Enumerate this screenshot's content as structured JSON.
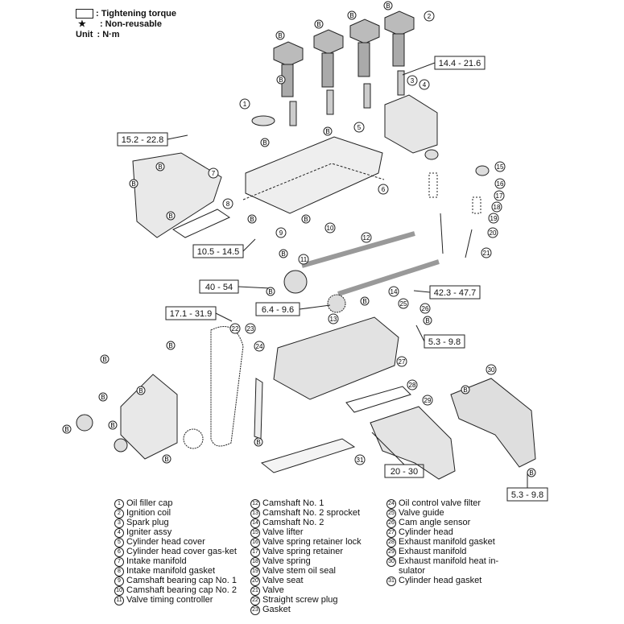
{
  "legend": {
    "torque_label": "Tightening torque",
    "nonreusable_symbol": "★",
    "nonreusable_label": "Non-reusable",
    "unit_key": "Unit",
    "unit_value": "N·m"
  },
  "bolt_marker": "B",
  "torques": {
    "t1": "14.4 - 21.6",
    "t2": "15.2 - 22.8",
    "t3": "10.5 - 14.5",
    "t4": "40 - 54",
    "t5": "6.4 - 9.6",
    "t6": "42.3 - 47.7",
    "t7": "17.1 - 31.9",
    "t8": "5.3 - 9.8",
    "t9": "20 - 30",
    "t10": "5.3 - 9.8"
  },
  "parts": [
    {
      "n": "1",
      "name": "Oil filler cap"
    },
    {
      "n": "2",
      "name": "Ignition coil"
    },
    {
      "n": "3",
      "name": "Spark plug"
    },
    {
      "n": "4",
      "name": "Igniter assy"
    },
    {
      "n": "5",
      "name": "Cylinder head cover"
    },
    {
      "n": "6",
      "name": "Cylinder head cover gas-ket"
    },
    {
      "n": "7",
      "name": "Intake manifold"
    },
    {
      "n": "8",
      "name": "Intake manifold gasket"
    },
    {
      "n": "9",
      "name": "Camshaft bearing cap No. 1"
    },
    {
      "n": "10",
      "name": "Camshaft bearing cap No. 2"
    },
    {
      "n": "11",
      "name": "Valve timing controller"
    },
    {
      "n": "12",
      "name": "Camshaft No. 1"
    },
    {
      "n": "13",
      "name": "Camshaft No. 2 sprocket"
    },
    {
      "n": "14",
      "name": "Camshaft No. 2"
    },
    {
      "n": "15",
      "name": "Valve lifter"
    },
    {
      "n": "16",
      "name": "Valve spring retainer lock"
    },
    {
      "n": "17",
      "name": "Valve spring retainer"
    },
    {
      "n": "18",
      "name": "Valve spring"
    },
    {
      "n": "19",
      "name": "Valve stem oil seal"
    },
    {
      "n": "20",
      "name": "Valve seat"
    },
    {
      "n": "21",
      "name": "Valve"
    },
    {
      "n": "22",
      "name": "Straight screw plug"
    },
    {
      "n": "23",
      "name": "Gasket"
    },
    {
      "n": "24",
      "name": "Oil control valve filter"
    },
    {
      "n": "25",
      "name": "Valve guide"
    },
    {
      "n": "26",
      "name": "Cam angle sensor"
    },
    {
      "n": "27",
      "name": "Cylinder head"
    },
    {
      "n": "28",
      "name": "Exhaust manifold gasket"
    },
    {
      "n": "29",
      "name": "Exhaust manifold"
    },
    {
      "n": "30",
      "name": "Exhaust manifold heat in-sulator"
    },
    {
      "n": "31",
      "name": "Cylinder head gasket"
    }
  ]
}
